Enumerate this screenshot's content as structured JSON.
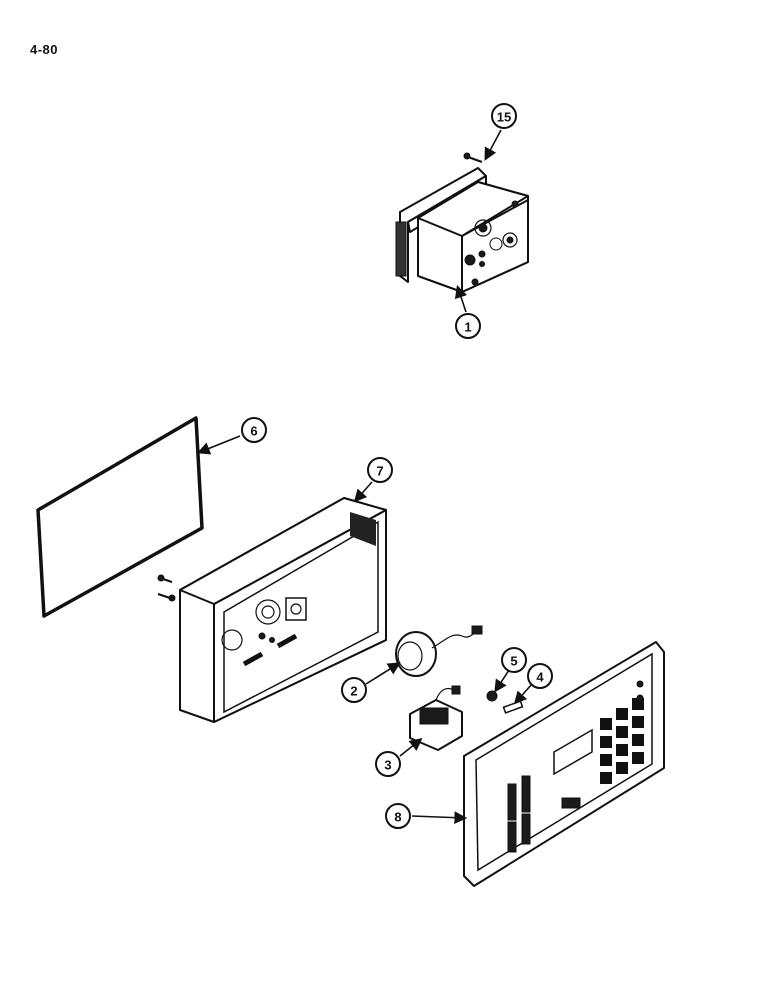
{
  "page": {
    "number": "4-80"
  },
  "callouts": [
    {
      "id": "15",
      "label": "15"
    },
    {
      "id": "1",
      "label": "1"
    },
    {
      "id": "6",
      "label": "6"
    },
    {
      "id": "7",
      "label": "7"
    },
    {
      "id": "2",
      "label": "2"
    },
    {
      "id": "5",
      "label": "5"
    },
    {
      "id": "4",
      "label": "4"
    },
    {
      "id": "3",
      "label": "3"
    },
    {
      "id": "8",
      "label": "8"
    }
  ]
}
